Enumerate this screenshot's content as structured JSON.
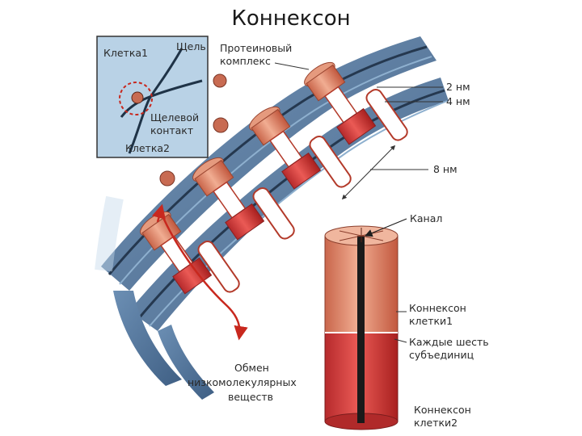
{
  "title": "Коннексон",
  "inset": {
    "cell1": "Клетка1",
    "cell2": "Клетка2",
    "gap": "Щель",
    "contact_line1": "Щелевой",
    "contact_line2": "контакт"
  },
  "labels": {
    "protein_line1": "Протеиновый",
    "protein_line2": "комплекс",
    "nm2": "2 нм",
    "nm4": "4 нм",
    "nm8": "8 нм",
    "channel": "Канал",
    "connexon1_line1": "Коннексон",
    "connexon1_line2": "клетки1",
    "six_line1": "Каждые шесть",
    "six_line2": "субъединиц",
    "exchange_line1": "Обмен",
    "exchange_line2": "низкомолекулярных",
    "exchange_line3": "веществ",
    "connexon2_line1": "Коннексон",
    "connexon2_line2": "клетки2"
  },
  "colors": {
    "membrane_blue": "#4e6f94",
    "membrane_dark": "#25384f",
    "inset_bg": "#b9d2e6",
    "connexon_orange": "#d9876a",
    "connexon_red": "#d0383a",
    "arrow_red": "#c8281e"
  }
}
